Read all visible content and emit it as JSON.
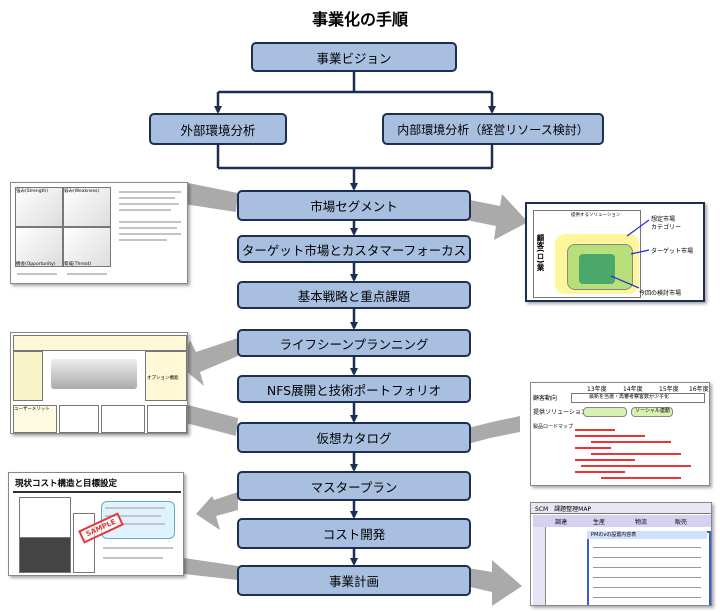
{
  "title": "事業化の手順",
  "steps": {
    "vision": "事業ビジョン",
    "external": "外部環境分析",
    "internal": "内部環境分析（経営リソース検討）",
    "s1": "市場セグメント",
    "s2": "ターゲット市場とカスタマーフォーカス",
    "s3": "基本戦略と重点課題",
    "s4": "ライフシーンプランニング",
    "s5": "NFS展開と技術ポートフォリオ",
    "s6": "仮想カタログ",
    "s7": "マスタープラン",
    "s8": "コスト開発",
    "s9": "事業計画"
  },
  "thumbnails": {
    "swot": {
      "strength": "強み(Strength)",
      "weakness": "弱み(Weakness)",
      "opportunity": "機会(Opportunity)",
      "threat": "脅威(Threat)"
    },
    "market": {
      "header": "提供するソリューション",
      "vertical": "顧客(ロ)業",
      "label1": "想定市場",
      "label2": "カテゴリー",
      "label3": "ターゲット市場",
      "label4": "今回の検討市場"
    },
    "catalog": {
      "label1": "オプション機能",
      "label2": "ユーザーメリット"
    },
    "roadmap": {
      "y1": "13年度",
      "y2": "14年度",
      "y3": "15年度",
      "y4": "16年度",
      "row1": "顧客動向",
      "row2": "提供ソリューション",
      "row3": "製品ロードマップ",
      "text1": "最新を当選・再審考察客数が少子化",
      "text2": "ソーシャル連動"
    },
    "cost": {
      "title": "現状コスト構造と目標設定",
      "stamp": "SAMPLE"
    },
    "plan": {
      "header": "SCM　課題整理MAP",
      "sub": "PMのvの設置内容表",
      "col1": "調達",
      "col2": "生産",
      "col3": "物流",
      "col4": "販売"
    }
  },
  "colors": {
    "box_fill": "#a8bfe0",
    "box_border": "#1c2e52",
    "arrow": "#aaaaaa",
    "connector": "#1c2e52"
  }
}
